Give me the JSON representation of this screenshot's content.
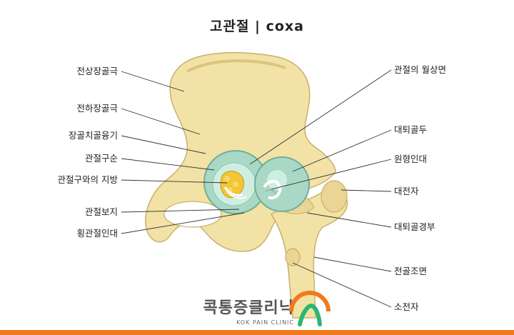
{
  "title": "고관절 | coxa",
  "labels_left": [
    "전상장골극",
    "전하장골극",
    "장골치골융기",
    "관절구순",
    "관절구와의 지방",
    "관절보지",
    "횡관절인대"
  ],
  "labels_right": [
    "관절의 월상면",
    "대퇴골두",
    "원형인대",
    "대전자",
    "대퇴골경부",
    "전골조면",
    "소전자"
  ],
  "brand": {
    "name": "콕통증클리닉",
    "sub": "KOK PAIN CLINIC"
  },
  "colors": {
    "bone": "#f2e2a6",
    "bone_shade": "#d9c57e",
    "cartilage": "#a9d8c6",
    "fat": "#f2c634",
    "accent": "#f07a1c",
    "logo_green": "#2bb673"
  }
}
